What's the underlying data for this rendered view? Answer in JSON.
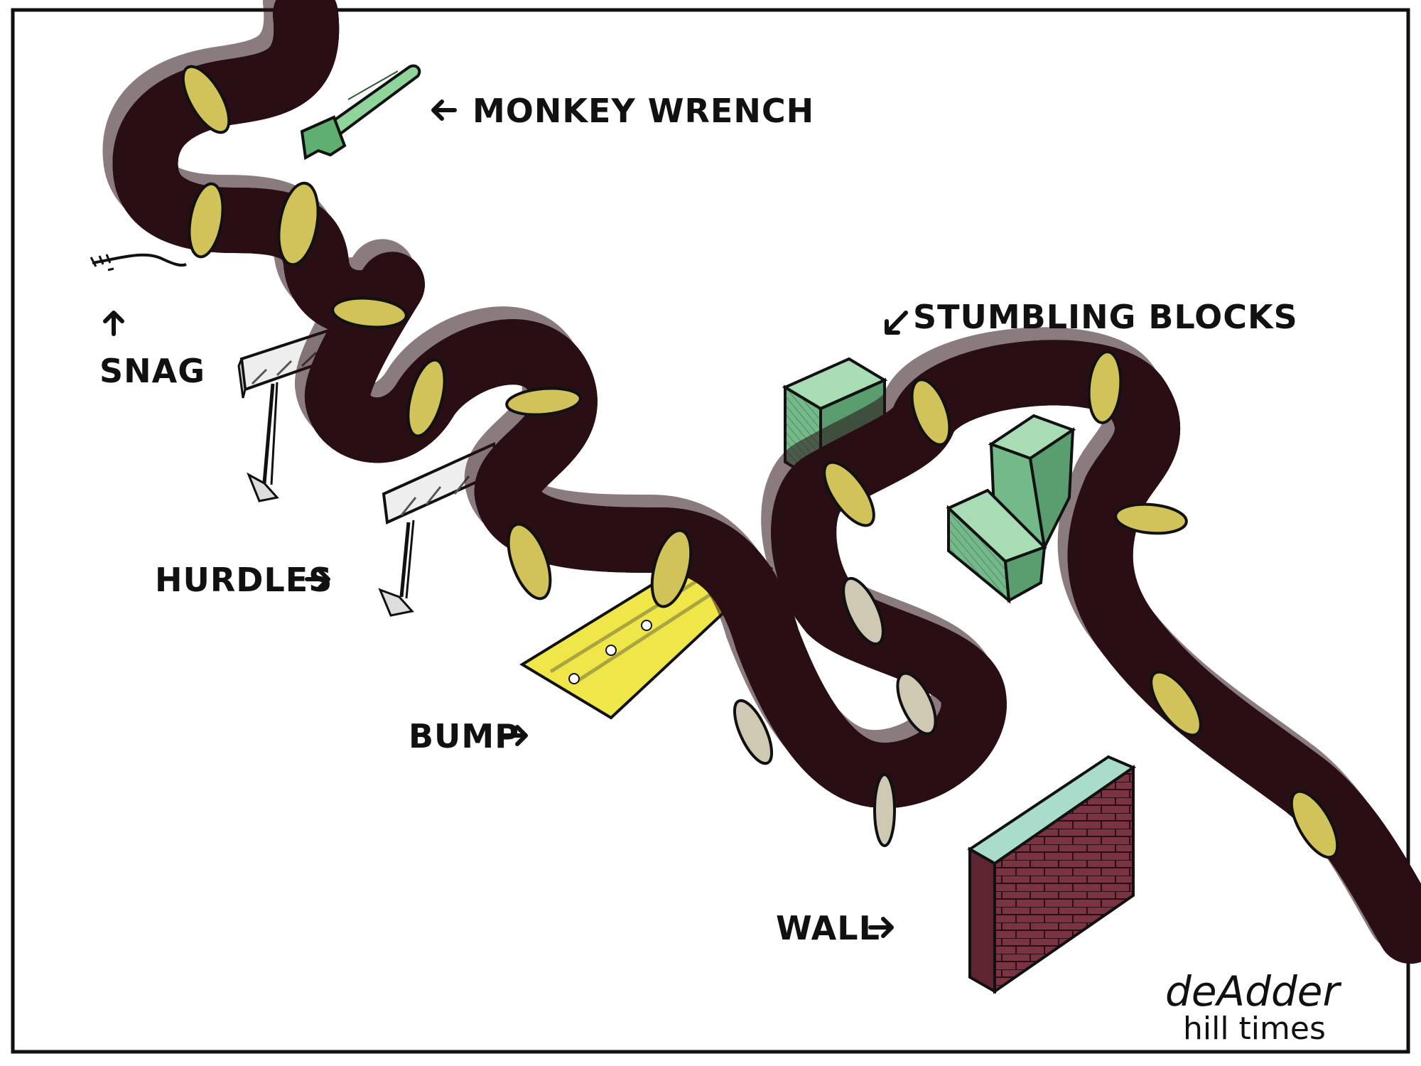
{
  "labels": {
    "monkey_wrench": "MONKEY WRENCH",
    "snag": "SNAG",
    "stumbling_blocks": "STUMBLING BLOCKS",
    "hurdles": "HURDLES",
    "bump": "BUMP",
    "wall": "WALL"
  },
  "signature": {
    "artist": "deAdder",
    "publication": "hill times"
  },
  "colors": {
    "pipe": "#9e3a4c",
    "pipe_dark": "#2a0f14",
    "pipe_highlight": "#e7a0a8",
    "collar": "#d2c25a",
    "block": "#74b98a",
    "bump": "#efe64a",
    "wall_brick": "#7a3340",
    "wall_top": "#a9dccb",
    "wrench": "#8fd49a",
    "hurdle": "#eeeeee"
  }
}
